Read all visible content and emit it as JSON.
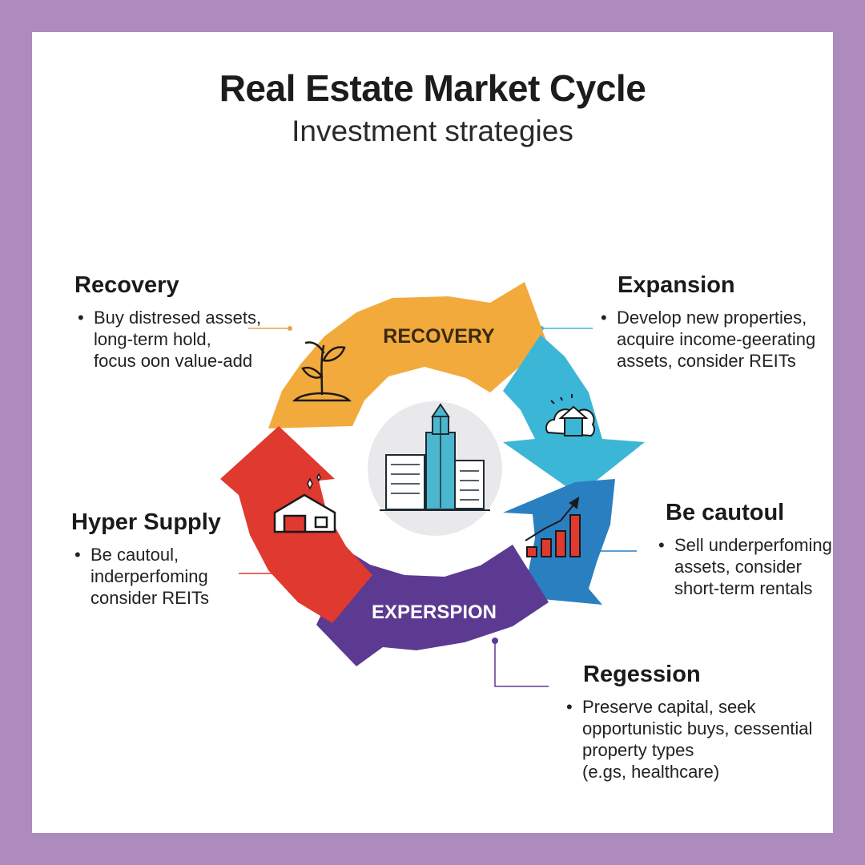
{
  "colors": {
    "frame": "#ae8bbd",
    "card": "#ffffff",
    "recovery_arrow": "#f2aa3c",
    "expansion_arrow": "#3cb6d6",
    "cautious_arrow": "#2a7fc1",
    "recession_arrow": "#5c3a91",
    "hyper_supply_arrow": "#e0392f",
    "center_circle": "#e9e9ec"
  },
  "header": {
    "title": "Real Estate Market Cycle",
    "subtitle": "Investment strategies"
  },
  "arrows": {
    "top_label": "RECOVERY",
    "bottom_label": "EXPERSPION"
  },
  "icons": {
    "recovery": "sprout-icon",
    "expansion": "house-cloud-icon",
    "cautious": "rising-bar-chart-icon",
    "hyper_supply": "warehouse-icon",
    "center": "city-skyscrapers-icon"
  },
  "phases": {
    "recovery": {
      "heading": "Recovery",
      "lines": [
        "Buy distresed assets,",
        "long-term hold,",
        "focus oon value-add"
      ]
    },
    "expansion": {
      "heading": "Expansion",
      "lines": [
        "Develop new properties,",
        "acquire income-geerating",
        "assets, consider REITs"
      ]
    },
    "cautious": {
      "heading": "Be cautoul",
      "lines": [
        "Sell underperfoming",
        "assets, consider",
        "short-term rentals"
      ]
    },
    "recession": {
      "heading": "Regession",
      "lines": [
        "Preserve capital, seek",
        "opportunistic buys, cessential",
        "property types",
        "(e.gs, healthcare)"
      ]
    },
    "hyper_supply": {
      "heading": "Hyper Supply",
      "lines": [
        "Be cautoul,",
        "inderperfoming",
        "consider REITs"
      ]
    }
  }
}
